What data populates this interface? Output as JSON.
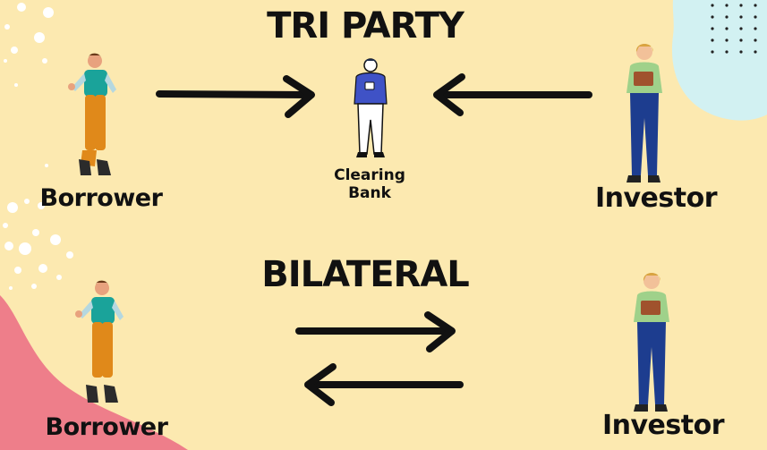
{
  "tri_party": {
    "title": "TRI PARTY",
    "borrower_label": "Borrower",
    "investor_label": "Investor",
    "clearing_bank_line1": "Clearing",
    "clearing_bank_line2": "Bank"
  },
  "bilateral": {
    "title": "BILATERAL",
    "borrower_label": "Borrower",
    "investor_label": "Investor"
  },
  "colors": {
    "background": "#fce9b0",
    "pink_blob": "#ee7e8a",
    "cyan_blob": "#d2f1f2",
    "arrow": "#111111"
  }
}
